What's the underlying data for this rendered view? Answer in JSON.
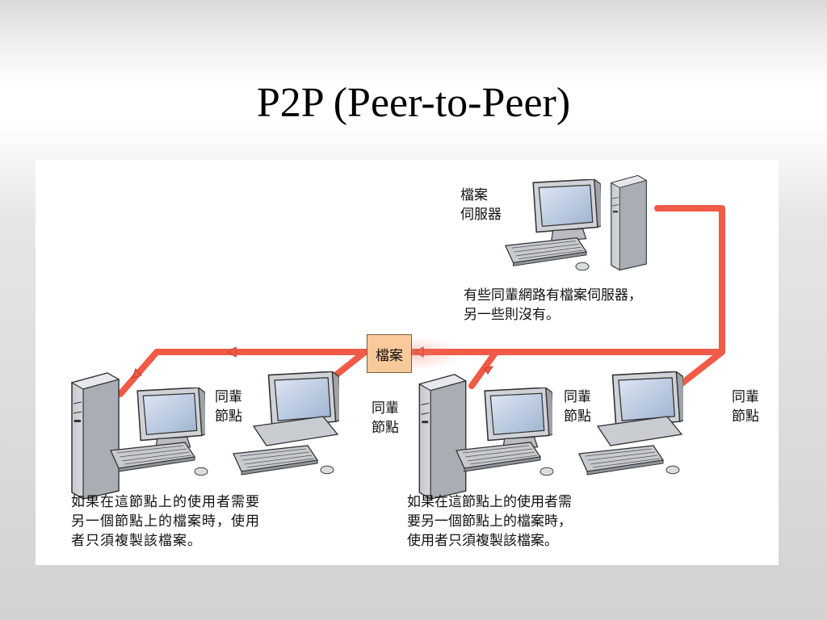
{
  "slide": {
    "title": "P2P (Peer-to-Peer)"
  },
  "diagram": {
    "file_server_label": "檔案\n伺服器",
    "file_server_caption": "有些同輩網路有檔案伺服器，\n另一些則沒有。",
    "file_badge": "檔案",
    "peer_labels": [
      "同輩\n節點",
      "同輩\n節點",
      "同輩\n節點",
      "同輩\n節點"
    ],
    "left_caption": "如果在這節點上的使用者需要\n另一個節點上的檔案時，使用\n者只須複製該檔案。",
    "right_caption": "如果在這節點上的使用者需\n要另一個節點上的檔案時，\n使用者只須複製該檔案。"
  },
  "colors": {
    "link": "#f05a46",
    "badge": "#f8c99a",
    "screen": "#b9c9e0",
    "case": "#d7dade"
  }
}
